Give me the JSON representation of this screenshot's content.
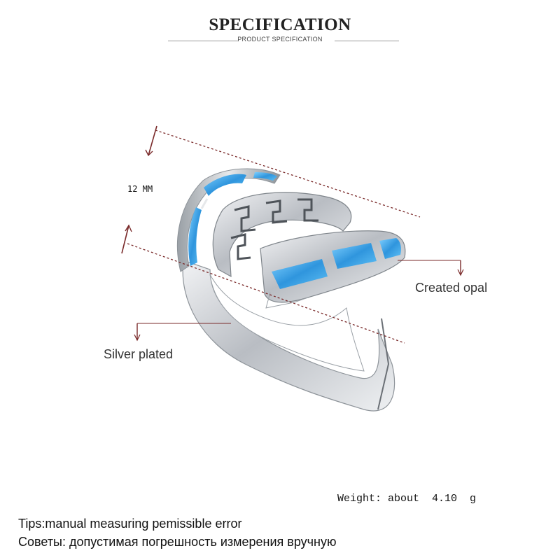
{
  "header": {
    "title": "SPECIFICATION",
    "subtitle": "PRODUCT SPECIFICATION"
  },
  "annotations": {
    "dimension": "12 MM",
    "opal": "Created opal",
    "silver": "Silver plated"
  },
  "weight": "Weight: about  4.10  g",
  "tips": {
    "english": "Tips:manual measuring pemissible error",
    "russian": "Советы: допустимая погрешность измерения вручную"
  },
  "colors": {
    "leader_line": "#7a2a2a",
    "opal_blue": "#3a9fe0",
    "silver": "#c9ccd0"
  }
}
